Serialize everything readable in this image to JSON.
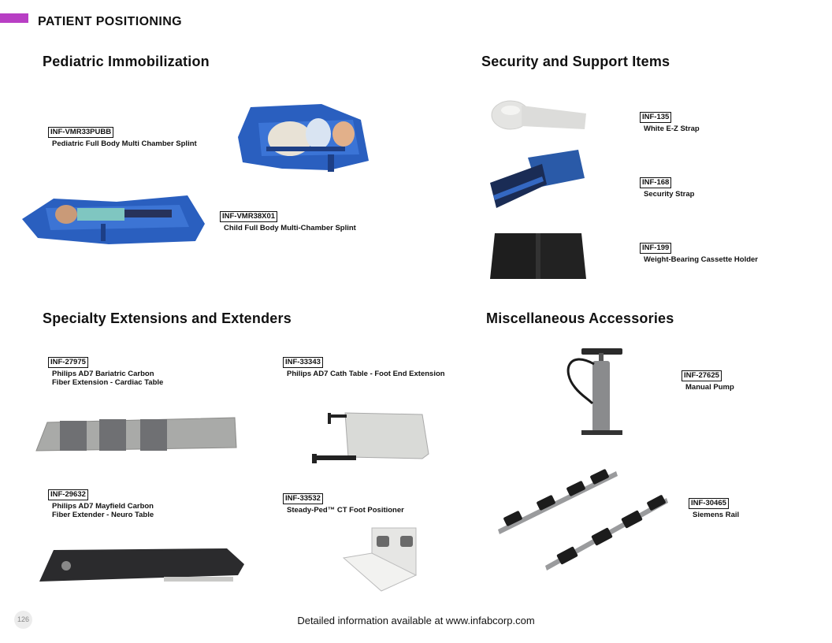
{
  "header": {
    "title": "PATIENT POSITIONING",
    "accent_color": "#b83fc4"
  },
  "sections": {
    "pediatric": {
      "title": "Pediatric Immobilization",
      "products": [
        {
          "code": "INF-VMR33PUBB",
          "name": "Pediatric Full Body Multi Chamber Splint"
        },
        {
          "code": "INF-VMR38X01",
          "name": "Child Full Body Multi-Chamber Splint"
        }
      ]
    },
    "security": {
      "title": "Security and Support Items",
      "products": [
        {
          "code": "INF-135",
          "name": "White E-Z Strap"
        },
        {
          "code": "INF-168",
          "name": "Security Strap"
        },
        {
          "code": "INF-199",
          "name": "Weight-Bearing Cassette Holder"
        }
      ]
    },
    "specialty": {
      "title": "Specialty Extensions and Extenders",
      "products": [
        {
          "code": "INF-27975",
          "name": "Philips AD7 Bariatric Carbon\nFiber Extension - Cardiac Table"
        },
        {
          "code": "INF-33343",
          "name": "Philips AD7 Cath Table - Foot End Extension"
        },
        {
          "code": "INF-29632",
          "name": "Philips AD7 Mayfield Carbon\nFiber Extender - Neuro Table"
        },
        {
          "code": "INF-33532",
          "name": "Steady-Ped™ CT Foot Positioner"
        }
      ]
    },
    "misc": {
      "title": "Miscellaneous Accessories",
      "products": [
        {
          "code": "INF-27625",
          "name": "Manual Pump"
        },
        {
          "code": "INF-30465",
          "name": "Siemens Rail"
        }
      ]
    }
  },
  "footer": {
    "text": "Detailed information available at www.infabcorp.com",
    "page_number": "126"
  }
}
